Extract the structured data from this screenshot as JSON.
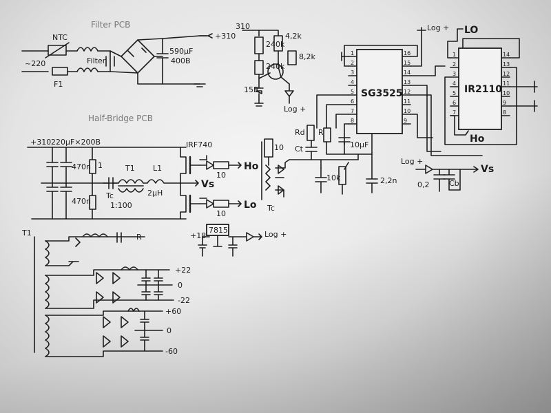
{
  "sections": {
    "filter_title": "Filter PCB",
    "halfbridge_title": "Half-Bridge PCB"
  },
  "filter": {
    "ntc": "NTC",
    "ac_in": "~220",
    "fuse": "F1",
    "filter_choke": "Filter",
    "cap": "590µF",
    "cap_voltage": "400B",
    "out": "+310"
  },
  "aux_supply": {
    "in": "310",
    "r1": "4,2k",
    "r2": "240k",
    "r3": "8,2k",
    "r4": "240k",
    "zener": "15B",
    "out": "Log +"
  },
  "sg3525": {
    "name": "SG3525",
    "rd": "Rd",
    "rt": "R",
    "ct": "Ct",
    "cap1": "10µF",
    "pot": "10k",
    "cap2": "2,2n",
    "log_top": "Log +"
  },
  "ir2110": {
    "name": "IR2110",
    "lo": "LO",
    "ho": "Ho",
    "log_in": "Log +",
    "cap_c": "0,2",
    "cb": "Cb",
    "vs": "Vs"
  },
  "half_bridge": {
    "in": "+310",
    "caps": "220µF×200B",
    "snub_top": "470n",
    "snub_bot": "470n",
    "r_mid": "1",
    "coupling": "Tc",
    "transformer": "T1",
    "inductor": "L1",
    "l_value": "2µH",
    "turns": "1:100",
    "fet": "IRF740",
    "r_g1": "10",
    "r_g2": "10",
    "ho": "Ho",
    "lo": "Lo",
    "vs": "Vs",
    "gate_tx": "Tc",
    "gate_r": "10"
  },
  "regulator": {
    "in": "+18",
    "ic": "7815",
    "out": "Log +"
  },
  "secondary": {
    "label": "T1",
    "out_plus22": "+22",
    "out_zero1": "0",
    "out_minus22": "-22",
    "out_plus60": "+60",
    "out_zero2": "0",
    "out_minus60": "-60",
    "note": "R"
  },
  "sg_pins": {
    "left": [
      "1",
      "2",
      "3",
      "4",
      "5",
      "6",
      "7",
      "8"
    ],
    "right": [
      "16",
      "15",
      "14",
      "13",
      "12",
      "11",
      "10",
      "9"
    ]
  },
  "ir_pins": {
    "left": [
      "1",
      "2",
      "3",
      "4",
      "5",
      "6",
      "7"
    ],
    "right": [
      "14",
      "13",
      "12",
      "11",
      "10",
      "9",
      "8"
    ]
  }
}
